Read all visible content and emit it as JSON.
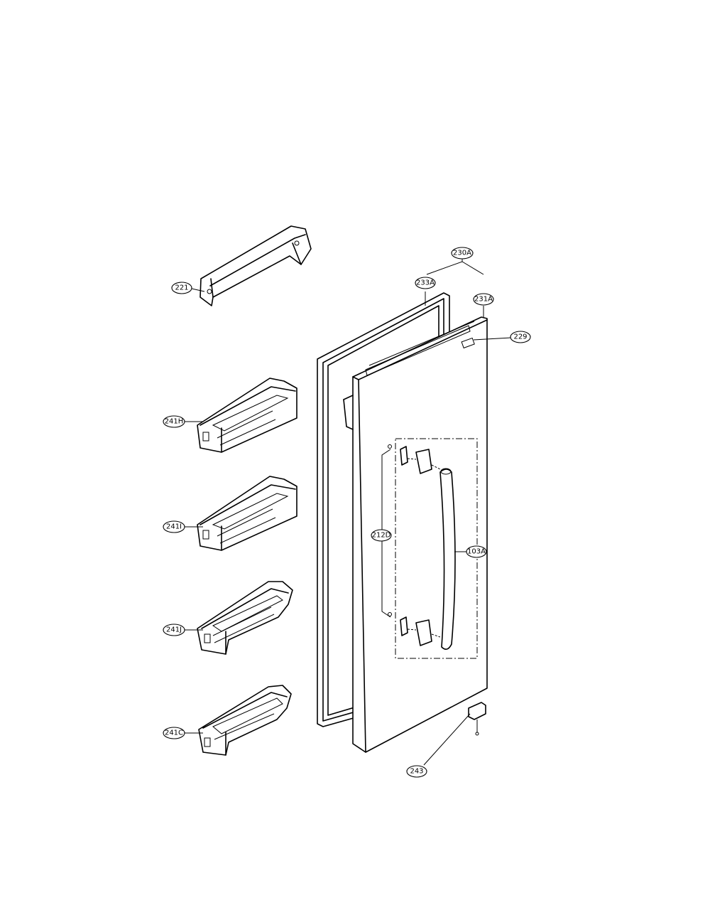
{
  "callouts": {
    "c_top_bar": "221",
    "c_230A": "230A",
    "c_233A": "233A",
    "c_231A": "231A",
    "c_logo": "229",
    "c_241H": "241H",
    "c_241I": "241I",
    "c_241J": "241J",
    "c_241C": "241C",
    "c_handle_set": "212D",
    "c_handle": "103A",
    "c_hinge": "243"
  }
}
